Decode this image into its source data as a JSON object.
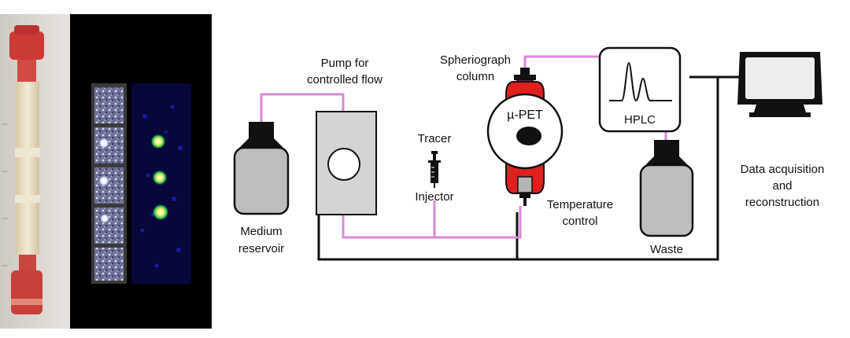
{
  "labels": {
    "pump_line1": "Pump for",
    "pump_line2": "controlled flow",
    "medium_line1": "Medium",
    "medium_line2": "reservoir",
    "tracer": "Tracer",
    "injector": "Injector",
    "column_line1": "Spheriograph",
    "column_line2": "column",
    "pet": "µ-PET",
    "temp_line1": "Temperature",
    "temp_line2": "control",
    "hplc": "HPLC",
    "waste": "Waste",
    "data_line1": "Data acquisition",
    "data_line2": "and",
    "data_line3": "reconstruction"
  },
  "colors": {
    "flow_line": "#d98ad6",
    "wire": "#111111",
    "reservoir_gray": "#bdbdbd",
    "column_red": "#e01f1f",
    "pump_gray": "#d4d4d4"
  }
}
